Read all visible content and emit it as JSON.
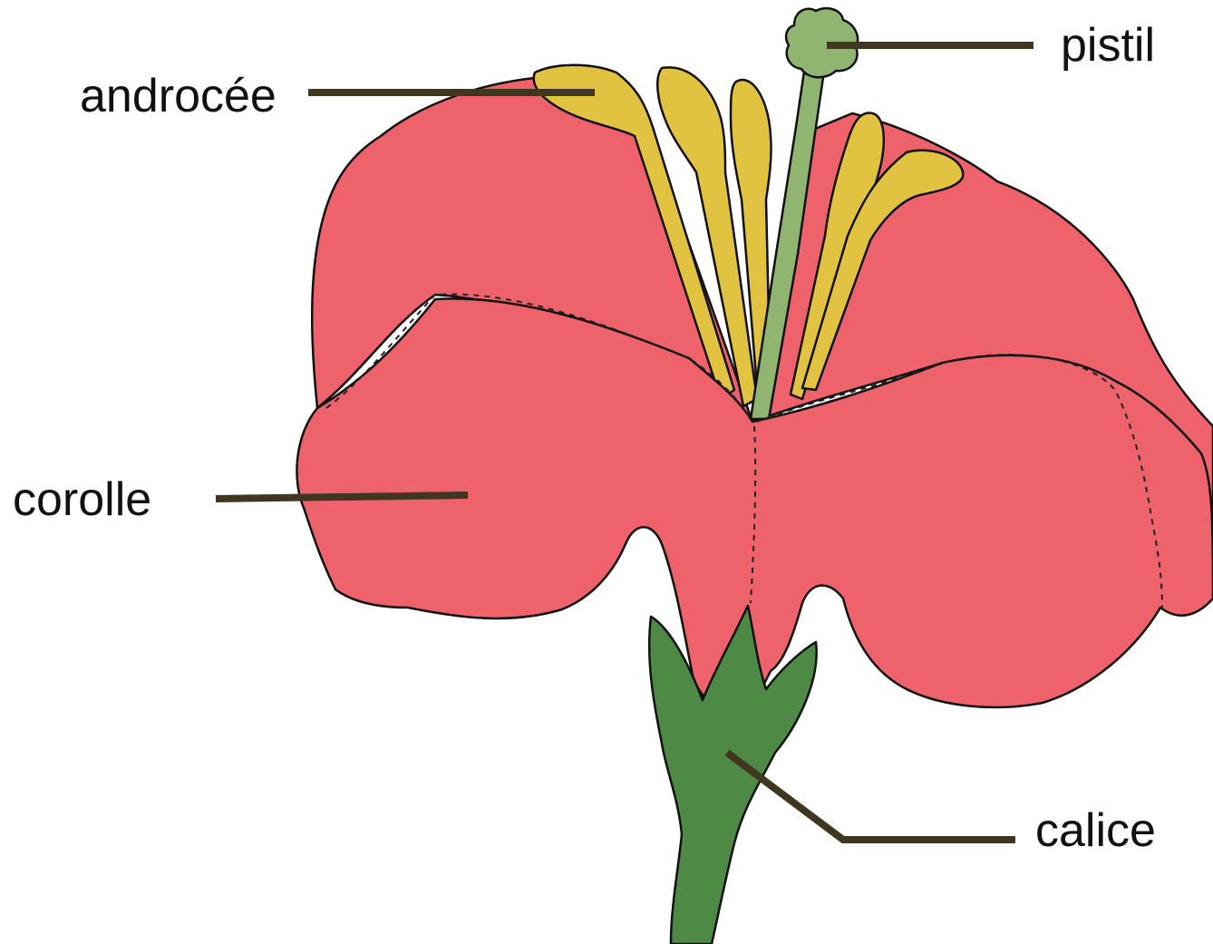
{
  "labels": {
    "pistil": "pistil",
    "androcee": "androcée",
    "corolle": "corolle",
    "calice": "calice"
  },
  "colors": {
    "corolla": "#ee636b",
    "stamen": "#e2c341",
    "pistil": "#8fb570",
    "calyx": "#4e8a45",
    "leader": "#3f3720",
    "outline": "#111111"
  }
}
